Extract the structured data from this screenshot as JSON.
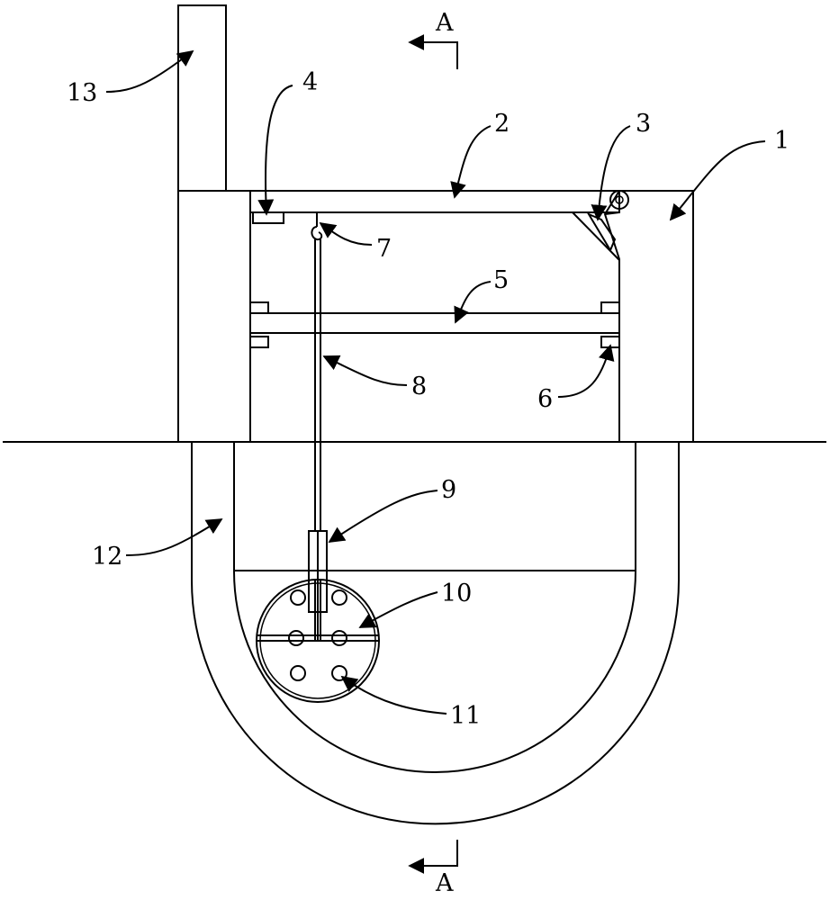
{
  "section_marks": {
    "top": "A",
    "bottom": "A"
  },
  "callouts": {
    "c1": "1",
    "c2": "2",
    "c3": "3",
    "c4": "4",
    "c5": "5",
    "c6": "6",
    "c7": "7",
    "c8": "8",
    "c9": "9",
    "c10": "10",
    "c11": "11",
    "c12": "12",
    "c13": "13"
  },
  "colors": {
    "line": "#000000",
    "background": "#ffffff"
  }
}
